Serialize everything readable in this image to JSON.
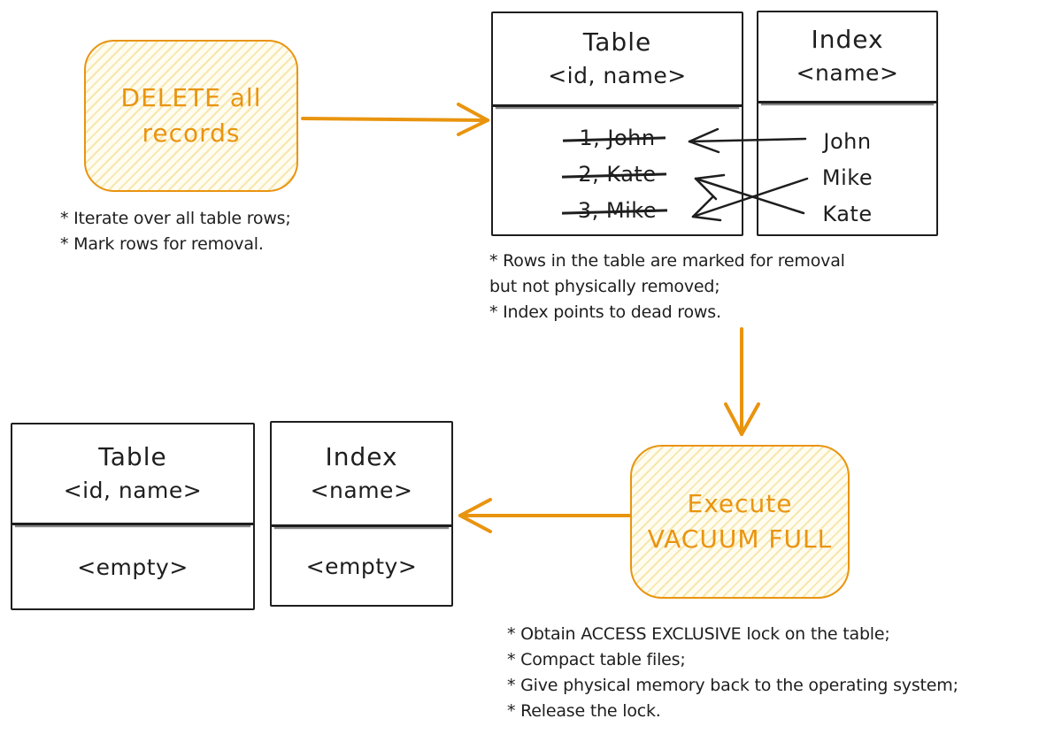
{
  "colors": {
    "accent": "#e9940f",
    "ink": "#1e1e1e",
    "hatch": "#f7e7ae",
    "hatchbg": "#fffcf0"
  },
  "delete_box": {
    "line1": "DELETE all",
    "line2": "records"
  },
  "delete_notes": {
    "line1": "* Iterate over all table rows;",
    "line2": "* Mark rows for removal."
  },
  "table_top": {
    "title": "Table",
    "schema": "<id, name>",
    "rows": [
      "1, John",
      "2, Kate",
      "3, Mike"
    ]
  },
  "index_top": {
    "title": "Index",
    "schema": "<name>",
    "rows": [
      "John",
      "Mike",
      "Kate"
    ]
  },
  "marked_notes": {
    "line1": "* Rows in the table are marked for removal",
    "line2": "but not physically removed;",
    "line3": "* Index points to dead rows."
  },
  "vacuum_box": {
    "line1": "Execute",
    "line2": "VACUUM FULL"
  },
  "vacuum_notes": {
    "line1": "* Obtain ACCESS EXCLUSIVE lock on the table;",
    "line2": "* Compact table files;",
    "line3": "* Give physical memory back to the operating system;",
    "line4": "* Release the lock."
  },
  "table_bottom": {
    "title": "Table",
    "schema": "<id, name>",
    "body": "<empty>"
  },
  "index_bottom": {
    "title": "Index",
    "schema": "<name>",
    "body": "<empty>"
  }
}
